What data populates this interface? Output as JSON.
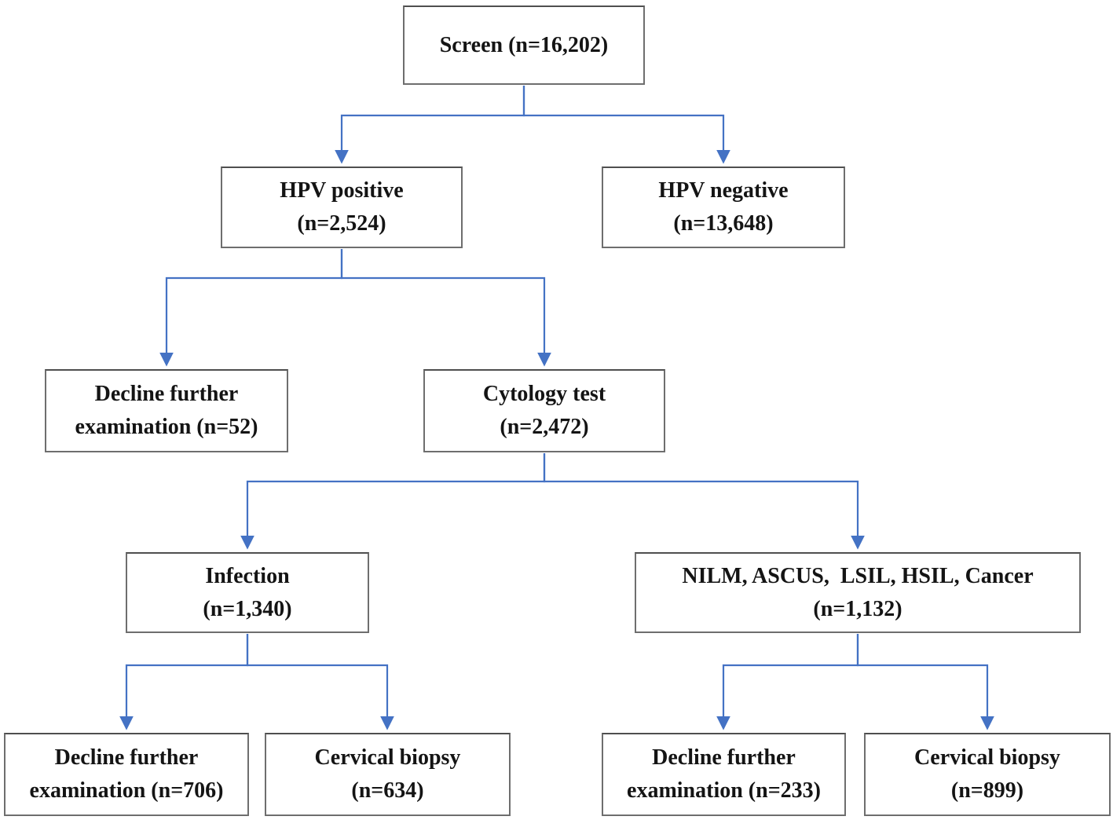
{
  "colors": {
    "connector": "#4472C4",
    "box_border": "#6e6e6e",
    "text": "#141414",
    "background": "#ffffff"
  },
  "nodes": {
    "screen": {
      "lines": [
        "Screen (n=16,202)"
      ]
    },
    "hpv_positive": {
      "lines": [
        "HPV positive",
        "(n=2,524)"
      ]
    },
    "hpv_negative": {
      "lines": [
        "HPV negative",
        "(n=13,648)"
      ]
    },
    "decline_after_hpv": {
      "lines": [
        "Decline further",
        "examination (n=52)"
      ]
    },
    "cytology_test": {
      "lines": [
        "Cytology test",
        "(n=2,472)"
      ]
    },
    "infection": {
      "lines": [
        "Infection",
        "(n=1,340)"
      ]
    },
    "cytology_categories": {
      "lines": [
        "NILM, ASCUS,  LSIL, HSIL, Cancer",
        "(n=1,132)"
      ]
    },
    "decline_after_infection": {
      "lines": [
        "Decline further",
        "examination (n=706)"
      ]
    },
    "biopsy_after_infection": {
      "lines": [
        "Cervical biopsy",
        "(n=634)"
      ]
    },
    "decline_after_categories": {
      "lines": [
        "Decline further",
        "examination (n=233)"
      ]
    },
    "biopsy_after_categories": {
      "lines": [
        "Cervical biopsy",
        "(n=899)"
      ]
    }
  },
  "edges": [
    {
      "from": "screen",
      "to": "hpv_positive"
    },
    {
      "from": "screen",
      "to": "hpv_negative"
    },
    {
      "from": "hpv_positive",
      "to": "decline_after_hpv"
    },
    {
      "from": "hpv_positive",
      "to": "cytology_test"
    },
    {
      "from": "cytology_test",
      "to": "infection"
    },
    {
      "from": "cytology_test",
      "to": "cytology_categories"
    },
    {
      "from": "infection",
      "to": "decline_after_infection"
    },
    {
      "from": "infection",
      "to": "biopsy_after_infection"
    },
    {
      "from": "cytology_categories",
      "to": "decline_after_categories"
    },
    {
      "from": "cytology_categories",
      "to": "biopsy_after_categories"
    }
  ]
}
